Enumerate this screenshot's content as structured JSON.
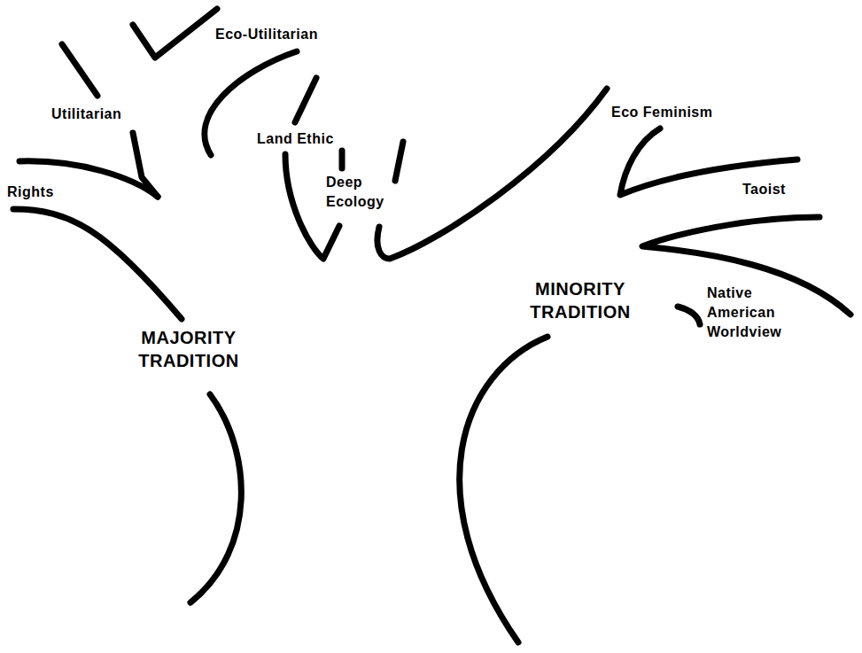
{
  "diagram": {
    "labels": [
      "Eco-Utilitarian",
      "Utilitarian",
      "Land Ethic",
      "Deep Ecology",
      "Rights",
      "MAJORITY TRADITION",
      "Eco Feminism",
      "Taoist",
      "MINORITY TRADITION",
      "Native American Worldview"
    ]
  }
}
